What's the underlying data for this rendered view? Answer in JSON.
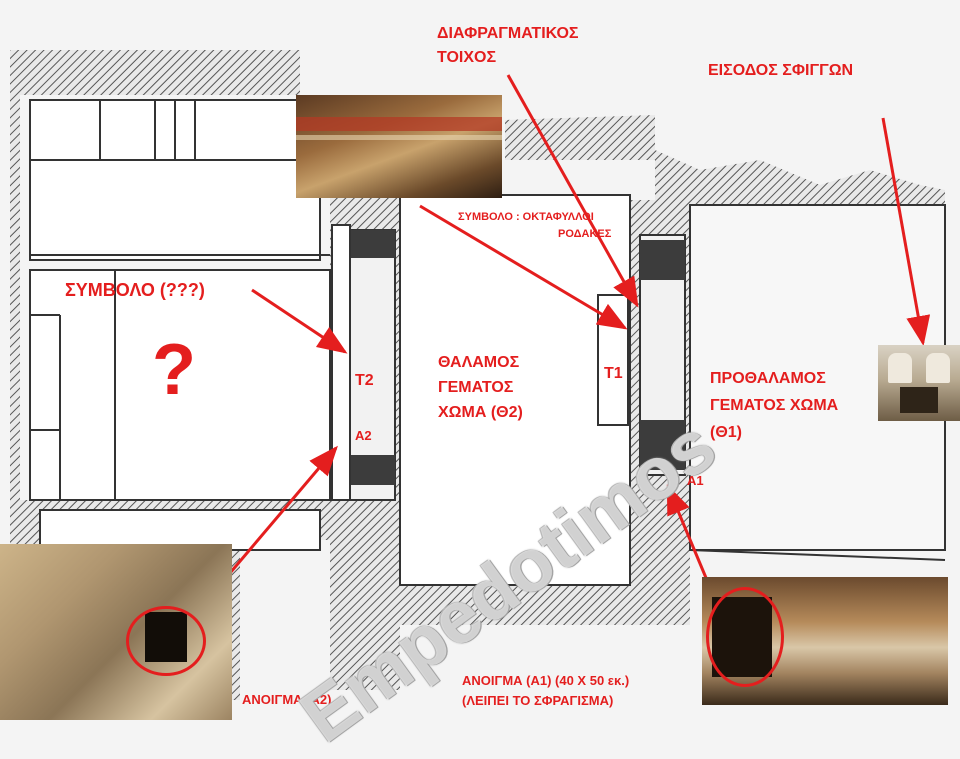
{
  "labels": {
    "diaphragm_wall": [
      "ΔΙΑΦΡΑΓΜΑΤΙΚΟΣ",
      "ΤΟΙΧΟΣ"
    ],
    "sphinx_entrance": "ΕΙΣΟΔΟΣ ΣΦΙΓΓΩΝ",
    "symbol_rosettes": [
      "ΣΥΜΒΟΛΟ : ΟΚΤΑΦΥΛΛΟΙ",
      "ΡΟΔΑΚΕΣ"
    ],
    "symbol_unknown": "ΣΥΜΒΟΛΟ (???)",
    "question_mark": "?",
    "t2": "Τ2",
    "a2": "Α2",
    "t1": "Τ1",
    "a1": "Α1",
    "chamber_2": [
      "ΘΑΛΑΜΟΣ",
      "ΓΕΜΑΤΟΣ",
      "ΧΩΜΑ (Θ2)"
    ],
    "antechamber_1": [
      "ΠΡΟΘΑΛΑΜΟΣ",
      "ΓΕΜΑΤΟΣ ΧΩΜΑ",
      "(Θ1)"
    ],
    "opening_a2": "ΑΝΟΙΓΜΑ (Α2)",
    "opening_a1": [
      "ΑΝΟΙΓΜΑ (Α1)  (40 Χ 50 εκ.)",
      "(ΛΕΙΠΕΙ ΤΟ ΣΦΡΑΓΙΣΜΑ)"
    ]
  },
  "watermark": "Empedotimos",
  "colors": {
    "annotation": "#e41e1e",
    "plan_line": "#3a3a3a",
    "background": "#f4f4f4"
  }
}
